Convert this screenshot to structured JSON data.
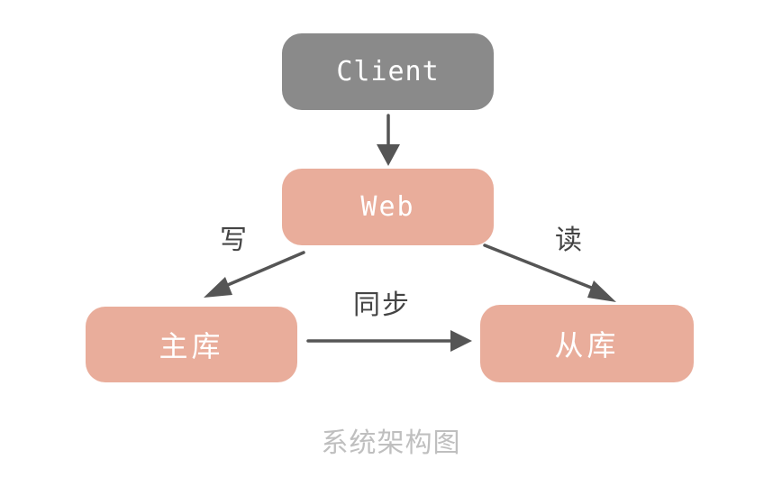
{
  "nodes": {
    "client": "Client",
    "web": "Web",
    "master": "主库",
    "slave": "从库"
  },
  "edges": {
    "write_label": "写",
    "read_label": "读",
    "sync_label": "同步"
  },
  "caption": "系统架构图",
  "colors": {
    "client_fill": "#8a8a8a",
    "db_fill": "#e9ad9b",
    "arrow": "#555555",
    "caption": "#bfbfbf"
  }
}
